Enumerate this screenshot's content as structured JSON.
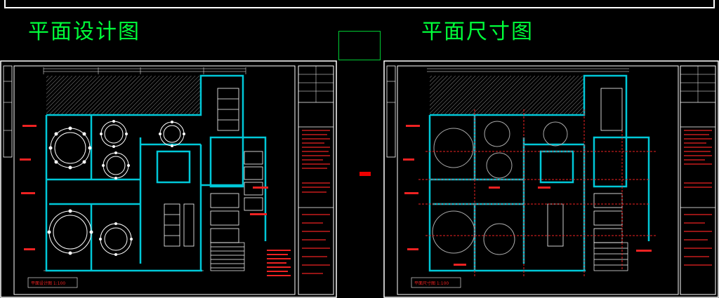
{
  "headings": {
    "left": "平面设计图",
    "right": "平面尺寸图"
  },
  "plans": [
    {
      "id": "design",
      "stamp": "平面设计图 1:100"
    },
    {
      "id": "dimension",
      "stamp": "平面尺寸图 1:100"
    }
  ],
  "colors": {
    "background": "#000000",
    "heading": "#00ff3a",
    "wall": "#00c8d8",
    "furniture": "#ffffff",
    "annotation": "#ff2020",
    "frame": "#ffffff",
    "hatch": "#8a8a8a"
  }
}
